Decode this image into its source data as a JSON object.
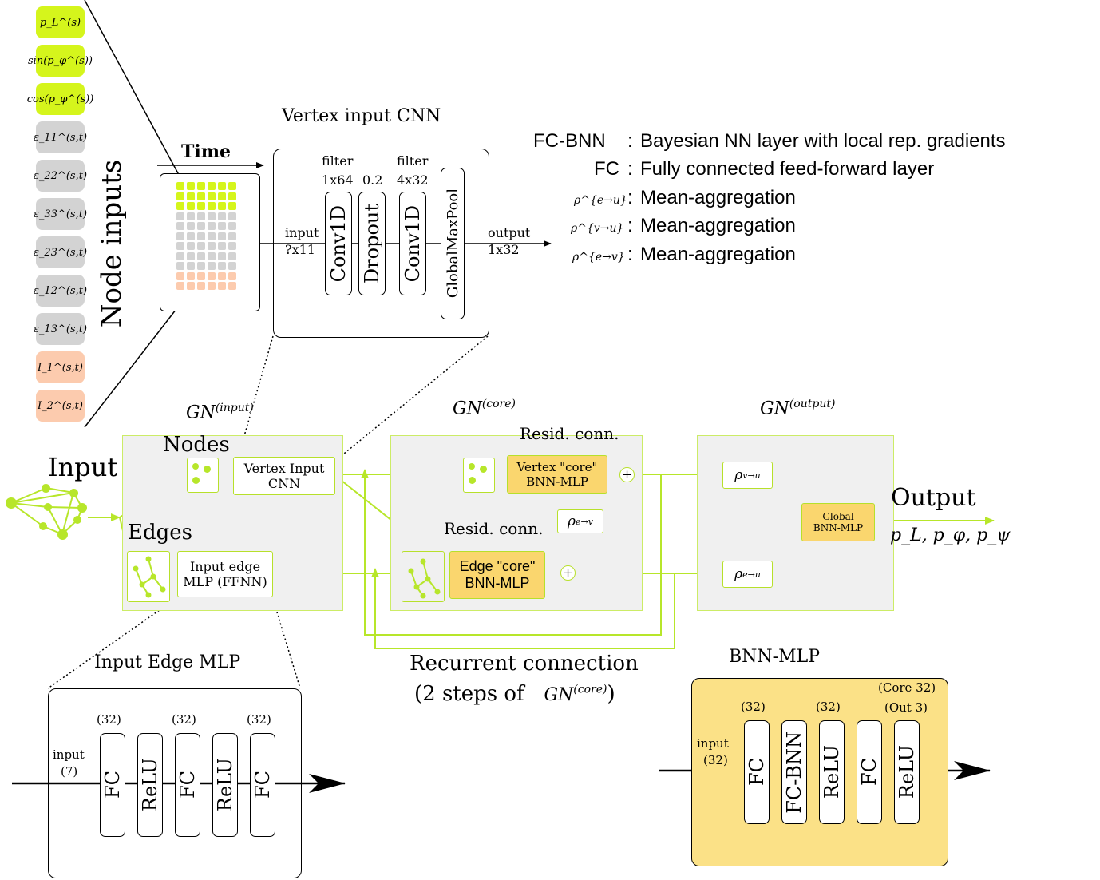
{
  "node_inputs": {
    "title": "Node inputs",
    "time_label": "Time",
    "features": [
      {
        "label": "p_L^(s)",
        "color": "#d5f51c"
      },
      {
        "label": "sin(p_φ^(s))",
        "color": "#d5f51c"
      },
      {
        "label": "cos(p_φ^(s))",
        "color": "#d5f51c"
      },
      {
        "label": "ε_11^(s,t)",
        "color": "#d3d3d3"
      },
      {
        "label": "ε_22^(s,t)",
        "color": "#d3d3d3"
      },
      {
        "label": "ε_33^(s,t)",
        "color": "#d3d3d3"
      },
      {
        "label": "ε_23^(s,t)",
        "color": "#d3d3d3"
      },
      {
        "label": "ε_12^(s,t)",
        "color": "#d3d3d3"
      },
      {
        "label": "ε_13^(s,t)",
        "color": "#d3d3d3"
      },
      {
        "label": "I_1^(s,t)",
        "color": "#fccbae"
      },
      {
        "label": "I_2^(s,t)",
        "color": "#fccbae"
      }
    ]
  },
  "vertex_cnn": {
    "title": "Vertex input CNN",
    "input_label": "input",
    "input_shape": "?x11",
    "output_label": "output",
    "output_shape": "1x32",
    "layers": [
      {
        "label": "Conv1D",
        "top": "filter",
        "top2": "1x64"
      },
      {
        "label": "Dropout",
        "top": "",
        "top2": "0.2"
      },
      {
        "label": "Conv1D",
        "top": "filter",
        "top2": "4x32"
      },
      {
        "label": "GlobalMaxPool",
        "top": "",
        "top2": ""
      }
    ]
  },
  "legend": [
    {
      "key": "FC-BNN",
      "sep": ":",
      "desc": "Bayesian NN layer with local rep. gradients"
    },
    {
      "key": "FC",
      "sep": ":",
      "desc": "Fully connected feed-forward layer"
    },
    {
      "key": "ρ^{e→u}",
      "sep": ":",
      "desc": "Mean-aggregation"
    },
    {
      "key": "ρ^{v→u}",
      "sep": ":",
      "desc": "Mean-aggregation"
    },
    {
      "key": "ρ^{e→v}",
      "sep": ":",
      "desc": "Mean-aggregation"
    }
  ],
  "gn": {
    "input_title": "GN",
    "input_sup": "(input)",
    "core_title": "GN",
    "core_sup": "(core)",
    "output_title": "GN",
    "output_sup": "(output)",
    "input_label": "Input",
    "nodes_label": "Nodes",
    "edges_label": "Edges",
    "vertex_input_cnn": [
      "Vertex Input",
      "CNN"
    ],
    "input_edge_mlp": [
      "Input  edge",
      "MLP (FFNN)"
    ],
    "resid_conn_1": "Resid. conn.",
    "resid_conn_2": "Resid. conn.",
    "vertex_core": [
      "Vertex \"core\"",
      "BNN-MLP"
    ],
    "edge_core": [
      "Edge \"core\"",
      "BNN-MLP"
    ],
    "rho_ev": "ρ",
    "rho_ev_sup": "e→v",
    "rho_vu": "ρ",
    "rho_vu_sup": "v→u",
    "rho_eu": "ρ",
    "rho_eu_sup": "e→u",
    "global": [
      "Global",
      "BNN-MLP"
    ],
    "output_label": "Output",
    "output_vars": "p_L, p_φ, p_ψ",
    "plus": "+",
    "recurrent_line1": "Recurrent connection",
    "recurrent_line2a": "(2 steps of",
    "recurrent_line2b": "GN",
    "recurrent_line2c": "(core)",
    "recurrent_line2d": ")"
  },
  "input_edge_mlp_panel": {
    "title": "Input Edge MLP",
    "input_label": "input",
    "input_size": "(7)",
    "layers": [
      {
        "label": "FC",
        "size": "(32)"
      },
      {
        "label": "ReLU",
        "size": ""
      },
      {
        "label": "FC",
        "size": "(32)"
      },
      {
        "label": "ReLU",
        "size": ""
      },
      {
        "label": "FC",
        "size": "(32)"
      }
    ]
  },
  "bnn_mlp_panel": {
    "title": "BNN-MLP",
    "input_label": "input",
    "input_size": "(32)",
    "corner_1": "(Core 32)",
    "corner_2": "(Out 3)",
    "layers": [
      {
        "label": "FC",
        "size": "(32)"
      },
      {
        "label": "FC-BNN",
        "size": ""
      },
      {
        "label": "ReLU",
        "size": "(32)"
      },
      {
        "label": "FC",
        "size": ""
      },
      {
        "label": "ReLU",
        "size": ""
      }
    ]
  }
}
